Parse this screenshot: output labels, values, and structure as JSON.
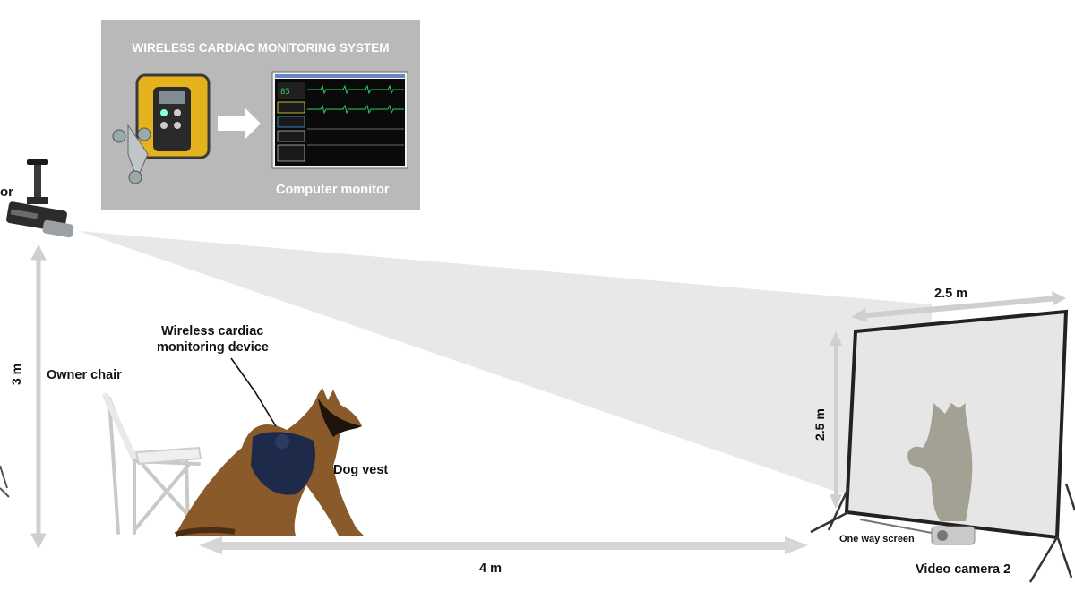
{
  "inset": {
    "title": "WIRELESS CARDIAC MONITORING SYSTEM",
    "monitor_caption": "Computer monitor"
  },
  "labels": {
    "camera_1_partial": "or",
    "height_3m": "3 m",
    "owner_chair": "Owner chair",
    "device_line1": "Wireless cardiac",
    "device_line2": "monitoring device",
    "dog_vest": "Dog vest",
    "distance_4m": "4 m",
    "screen_width": "2.5 m",
    "screen_height": "2.5 m",
    "one_way_screen": "One way screen",
    "video_camera_2": "Video camera 2"
  },
  "colors": {
    "device_yellow": "#e3b21c",
    "monitor_bg": "#0a0a0a",
    "trace_green": "#2fd05a",
    "screen_fill": "#e6e6e6",
    "projection_gray": "#dedede",
    "arrow_gray": "#d6d6d6",
    "dog_brown": "#8a5a2b",
    "vest_navy": "#1e2a4a"
  }
}
